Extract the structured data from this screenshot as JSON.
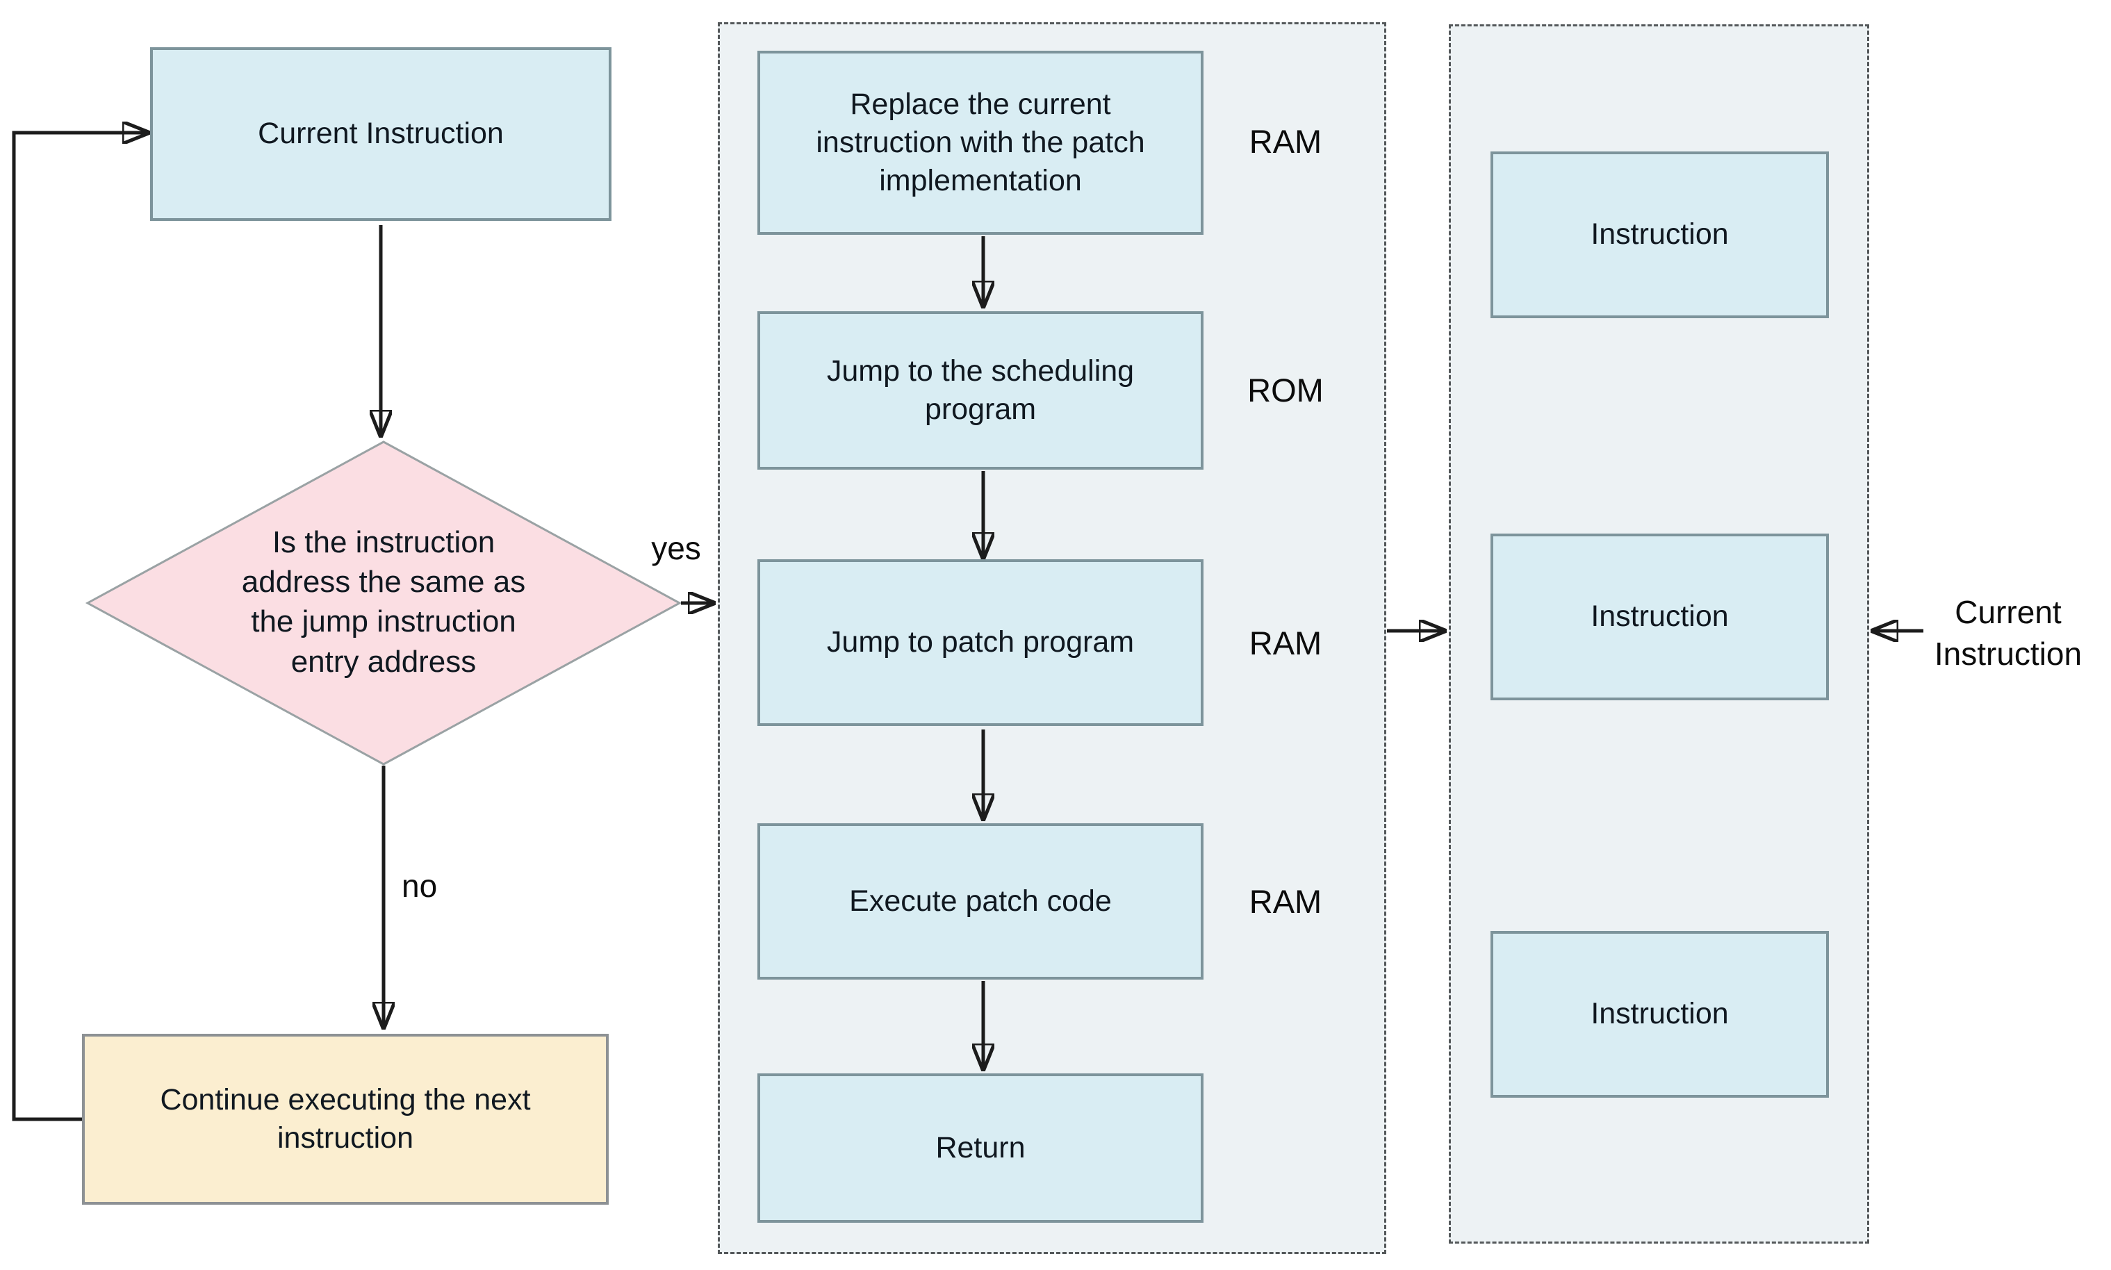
{
  "colors": {
    "box-cyan": "#d9edf3",
    "box-cyan-border": "#7d949b",
    "diamond-fill": "#fbdee3",
    "diamond-border": "#9aa2a4",
    "continue-fill": "#fbeed0",
    "continue-border": "#8d9194",
    "container-bg": "#edf2f4",
    "container-border": "#54585a",
    "arrow": "#1c1c1c",
    "text": "#101820"
  },
  "left_flow": {
    "current_instruction_label": "Current Instruction",
    "decision_question": "Is the instruction address the same as the jump instruction entry address",
    "yes_label": "yes",
    "no_label": "no",
    "continue_label": "Continue executing the next instruction"
  },
  "patch_sequence": {
    "steps": [
      {
        "label": "Replace the current instruction with the patch implementation",
        "memory": "RAM"
      },
      {
        "label": "Jump to the scheduling program",
        "memory": "ROM"
      },
      {
        "label": "Jump to patch program",
        "memory": "RAM"
      },
      {
        "label": "Execute patch code",
        "memory": "RAM"
      },
      {
        "label": "Return",
        "memory": ""
      }
    ]
  },
  "instruction_memory": {
    "boxes": [
      "Instruction",
      "Instruction",
      "Instruction"
    ],
    "current_instruction_label": "Current Instruction"
  }
}
